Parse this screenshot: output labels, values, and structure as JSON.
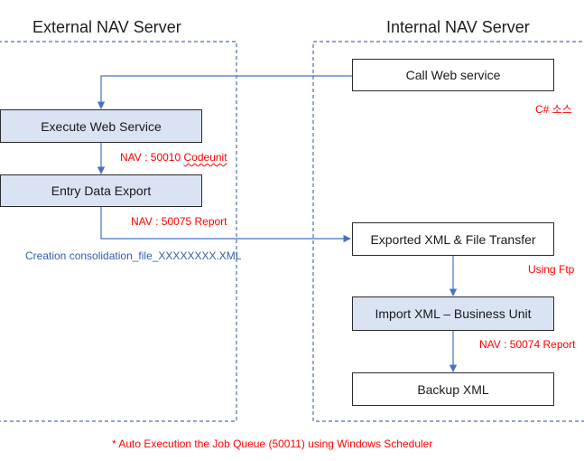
{
  "external": {
    "title": "External NAV Server",
    "execute_web_service": "Execute Web Service",
    "nav_codeunit_prefix": "NAV : 50010 ",
    "nav_codeunit_word": "Codeunit",
    "entry_data_export": "Entry Data Export",
    "nav_report_50075": "NAV : 50075 Report",
    "creation_file": "Creation consolidation_file_XXXXXXXX.XML"
  },
  "internal": {
    "title": "Internal NAV Server",
    "call_web_service": "Call Web service",
    "csharp_source": "C# 소스",
    "exported_xml_transfer": "Exported XML & File Transfer",
    "using_ftp": "Using Ftp",
    "import_xml_business_unit": "Import XML – Business Unit",
    "nav_report_50074": "NAV : 50074 Report",
    "backup_xml": "Backup XML"
  },
  "footer_note": "* Auto Execution the Job Queue (50011) using Windows Scheduler",
  "colors": {
    "box_shaded": "#dae3f3",
    "dashed_border": "#4a6fb0",
    "connector": "#4472c4",
    "note_red": "#ff0000",
    "note_blue": "#2e5fb0"
  }
}
